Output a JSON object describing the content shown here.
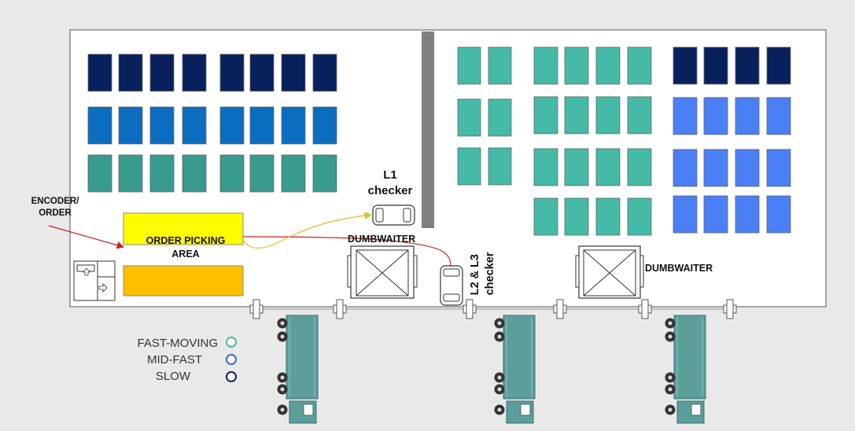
{
  "labels": {
    "encoder_line1": "ENCODER/",
    "encoder_line2": "ORDER",
    "order_picking_line1": "ORDER PICKING",
    "order_picking_line2": "AREA",
    "l1_line1": "L1",
    "l1_line2": "checker",
    "dumbwaiter_left": "DUMBWAITER",
    "dumbwaiter_right": "DUMBWAITER",
    "l2_l3_line1": "L2 & L3",
    "l2_l3_line2": "checker"
  },
  "legend": [
    {
      "label": "FAST-MOVING",
      "color": "#49b9a5"
    },
    {
      "label": "MID-FAST",
      "color": "#3f67c9"
    },
    {
      "label": "SLOW",
      "color": "#0b2459"
    }
  ],
  "colors": {
    "slow": "#08205c",
    "mid_left": "#0b6dbf",
    "teal_left": "#399b8c",
    "fast": "#45baa6",
    "mid_right": "#4a7ff5",
    "divider": "#808080",
    "order_picking_fill": "#fffc00",
    "staging_fill": "#ffbf00",
    "red_line": "#cc2222",
    "yellow_line": "#f0b820",
    "truck_body": "#5b9e9a"
  }
}
